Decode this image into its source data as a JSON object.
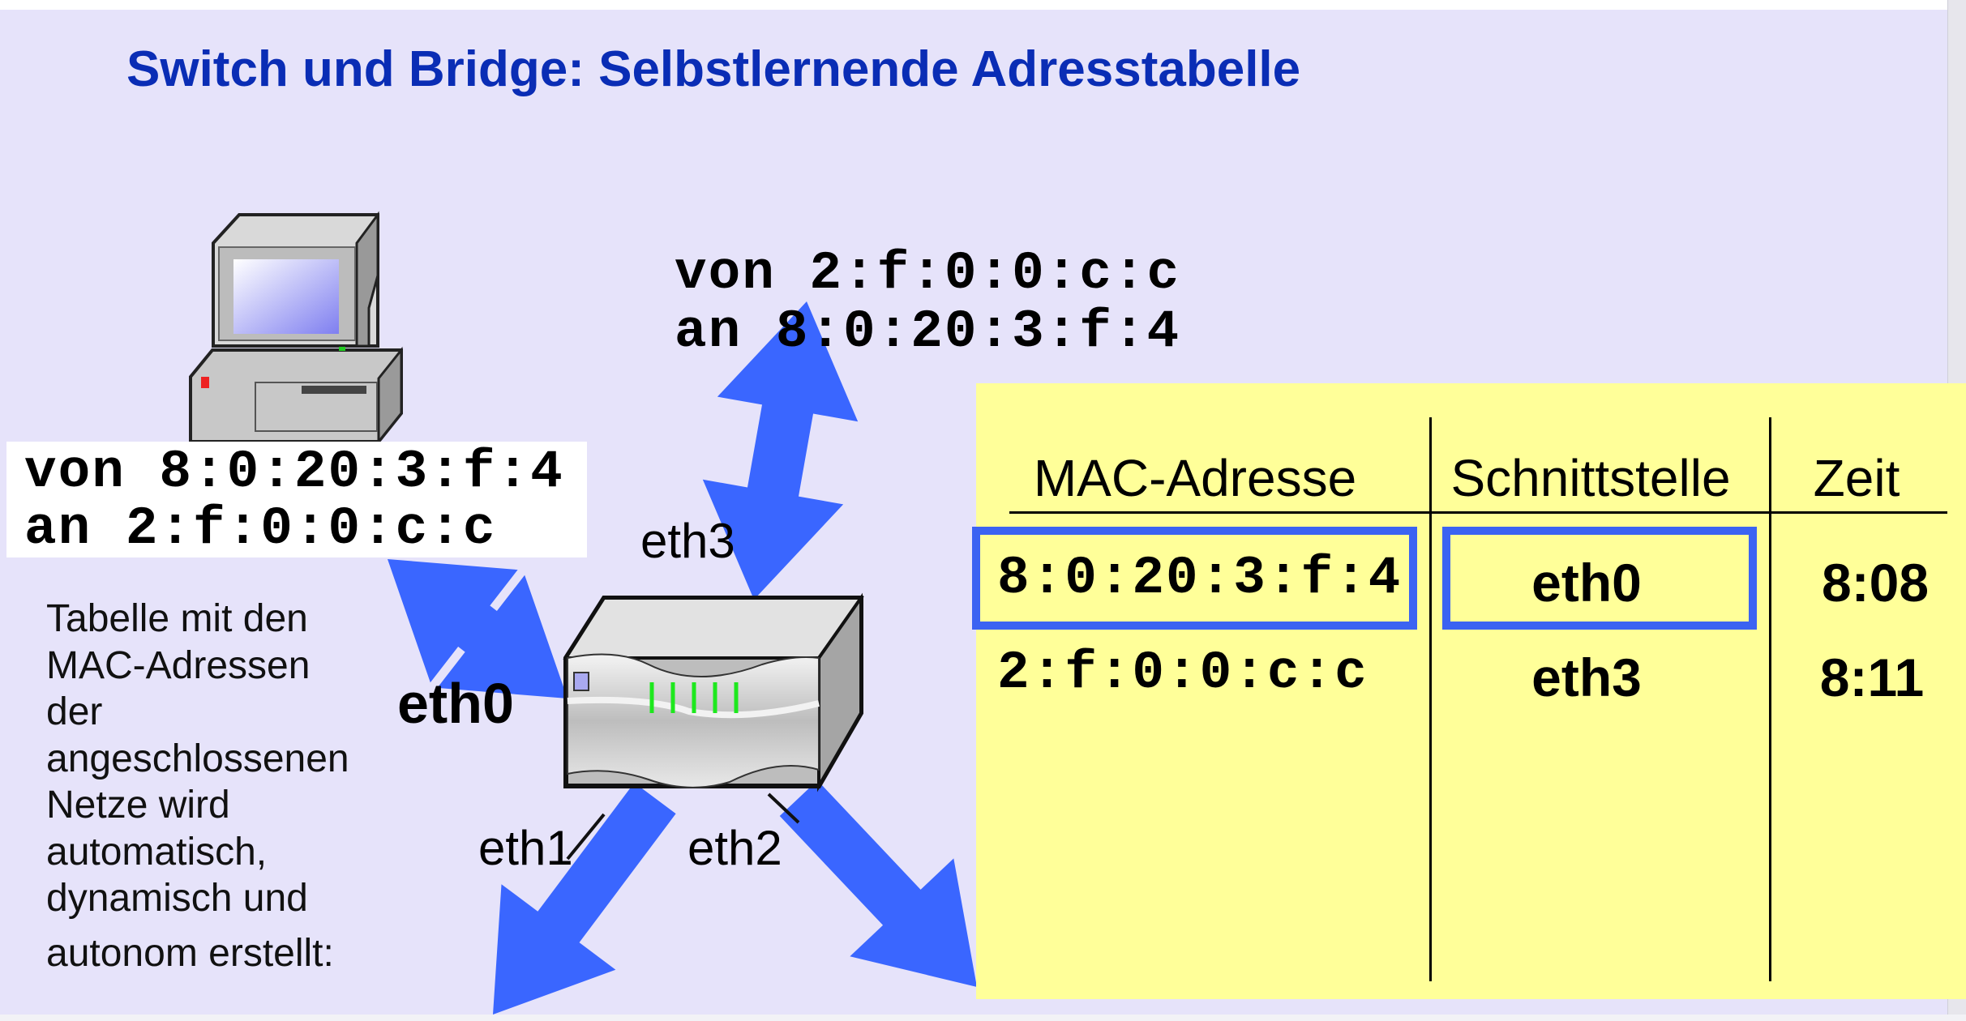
{
  "title": "Switch und Bridge: Selbstlernende Adresstabelle",
  "frame_host": {
    "from": "von 8:0:20:3:f:4",
    "to": "an 2:f:0:0:c:c"
  },
  "frame_eth3": {
    "from": "von 2:f:0:0:c:c",
    "to": "an 8:0:20:3:f:4"
  },
  "ports": {
    "eth0": "eth0",
    "eth1": "eth1",
    "eth2": "eth2",
    "eth3": "eth3"
  },
  "description": [
    "Tabelle mit den",
    "MAC-Adressen",
    "der",
    "angeschlossenen",
    "Netze wird",
    "automatisch,",
    "dynamisch und",
    "autonom erstellt:"
  ],
  "table": {
    "headers": [
      "MAC-Adresse",
      "Schnittstelle",
      "Zeit"
    ],
    "rows": [
      {
        "mac": "8:0:20:3:f:4",
        "interface": "eth0",
        "time": "8:08",
        "highlighted": true
      },
      {
        "mac": "2:f:0:0:c:c",
        "interface": "eth3",
        "time": "8:11",
        "highlighted": false
      }
    ]
  },
  "colors": {
    "background": "#e6e3fa",
    "title": "#0a2db5",
    "arrow": "#3a66ff",
    "table_bg": "#ffff99",
    "highlight": "#3b63f2"
  }
}
